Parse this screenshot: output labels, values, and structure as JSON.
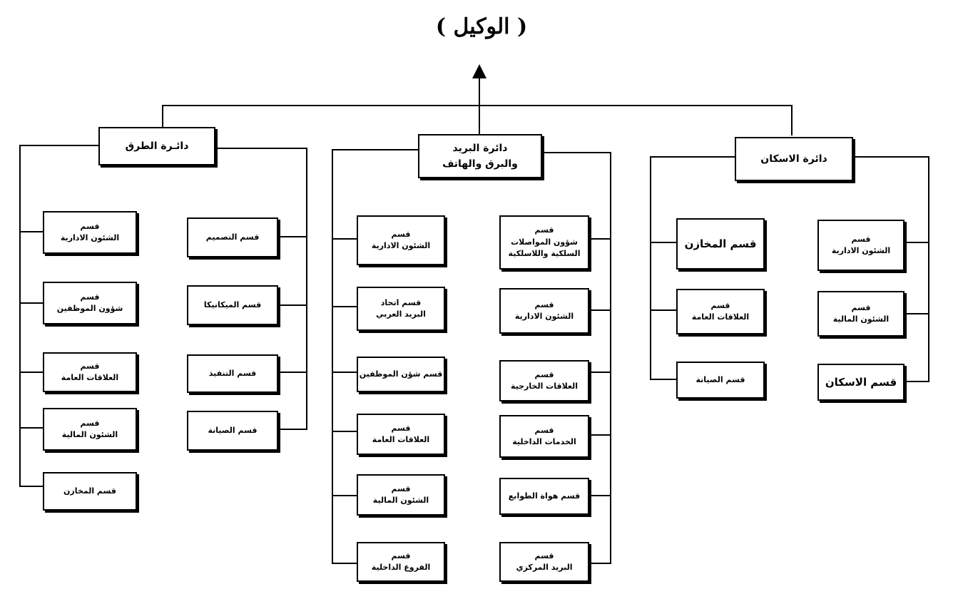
{
  "title": "( الوكيل )",
  "departments": {
    "roads": {
      "name": [
        "دائـرة الطرق"
      ],
      "sections_left": [
        [
          "قسم",
          "الشئون الادارية"
        ],
        [
          "قسم",
          "شؤون الموظفين"
        ],
        [
          "قسم",
          "العلاقات العامة"
        ],
        [
          "قسم",
          "الشئون المالية"
        ],
        [
          "قسم المخازن"
        ]
      ],
      "sections_right": [
        [
          "قسم التصميم"
        ],
        [
          "قسم الميكانيكا"
        ],
        [
          "قسم التنفيذ"
        ],
        [
          "قسم الصيانة"
        ]
      ]
    },
    "post": {
      "name": [
        "دائرة البريد",
        "والبرق والهاتف"
      ],
      "sections_left": [
        [
          "قسم",
          "الشئون الادارية"
        ],
        [
          "قسم اتحاد",
          "البريد العربي"
        ],
        [
          "قسم شؤن الموظفين"
        ],
        [
          "قسم",
          "العلاقات العامة"
        ],
        [
          "قسم",
          "الشئون المالية"
        ],
        [
          "قسم",
          "الفروع الداخلية"
        ]
      ],
      "sections_right": [
        [
          "قسم",
          "شؤون المواصلات",
          "السلكية واللاسلكية"
        ],
        [
          "قسم",
          "الشئون الادارية"
        ],
        [
          "قسم",
          "العلاقات الخارجية"
        ],
        [
          "قسم",
          "الخدمات الداخلية"
        ],
        [
          "قسم هواة الطوابع"
        ],
        [
          "قسم",
          "البريد المركزي"
        ]
      ]
    },
    "housing": {
      "name": [
        "دائرة الاسكان"
      ],
      "sections_left": [
        [
          "قسم المخازن"
        ],
        [
          "قسم",
          "العلاقات العامة"
        ],
        [
          "قسم الصيانة"
        ]
      ],
      "sections_right": [
        [
          "قسم",
          "الشئون الادارية"
        ],
        [
          "قسم",
          "الشئون المالية"
        ],
        [
          "قسم الاسكان"
        ]
      ]
    }
  }
}
